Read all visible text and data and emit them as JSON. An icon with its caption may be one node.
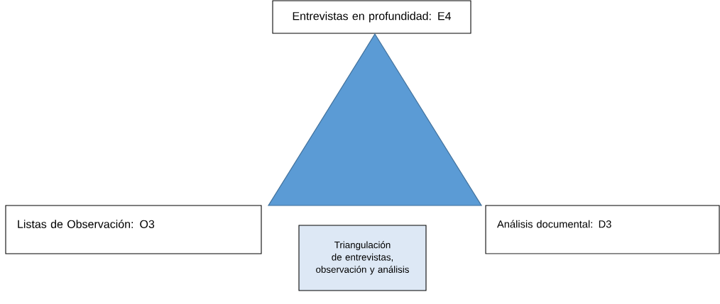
{
  "diagram": {
    "nodes": [
      {
        "text": [
          "Entrevistas en profundidad: E4"
        ]
      },
      {
        "text": [],
        "shape": "triangle"
      },
      {
        "text": [
          "Listas de Observación: O3"
        ]
      },
      {
        "text": [
          "Análisis documental: D3"
        ]
      },
      {
        "text": [
          "Triangulación de entrevistas, observación y análisis"
        ]
      }
    ]
  }
}
